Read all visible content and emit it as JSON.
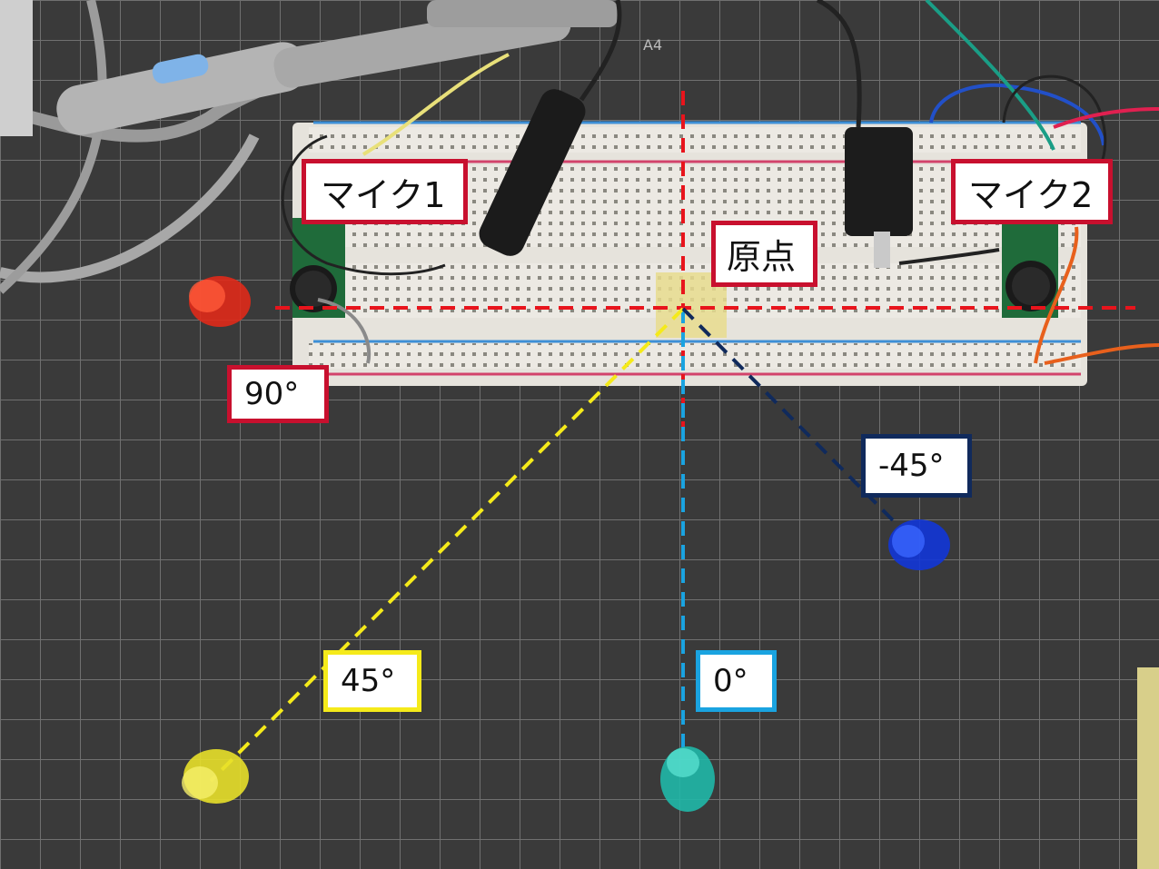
{
  "labels": {
    "mic1": "マイク1",
    "mic2": "マイク2",
    "origin": "原点",
    "angle_90": "90°",
    "angle_minus45": "-45°",
    "angle_45": "45°",
    "angle_0": "0°"
  },
  "colors": {
    "mat": "#3a3a3a",
    "grid": "#6f6f6f",
    "origin_axes": "#e8141c",
    "line_0": "#1aa3e0",
    "line_45": "#f5ea1a",
    "line_minus45": "#102a5c",
    "pin_red": "#e02a1a",
    "pin_blue": "#1236d8",
    "pin_yellow": "#e8e02a",
    "pin_cyan": "#20b8a8"
  }
}
